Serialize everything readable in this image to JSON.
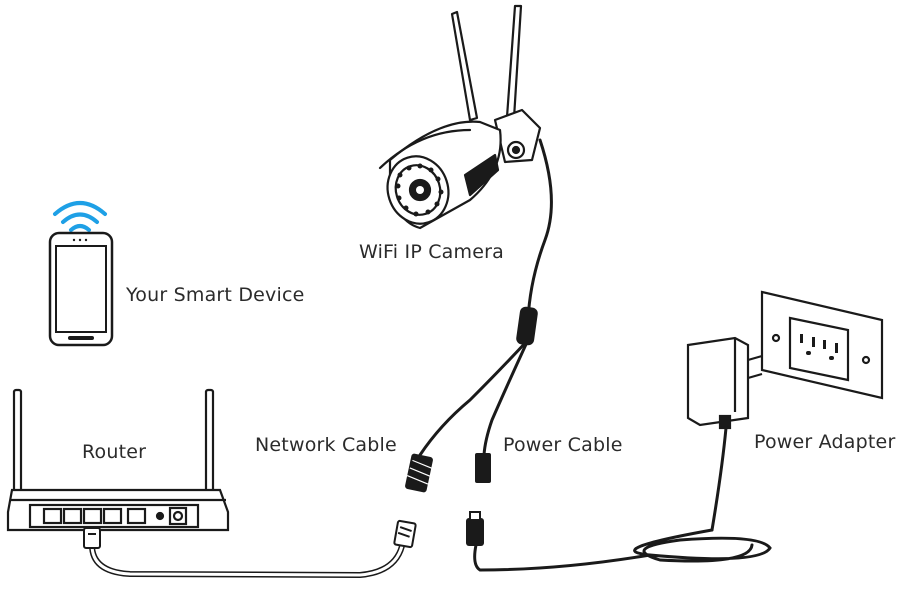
{
  "labels": {
    "camera": "WiFi IP Camera",
    "smart_device": "Your Smart Device",
    "router": "Router",
    "network_cable": "Network Cable",
    "power_cable": "Power Cable",
    "power_adapter": "Power Adapter"
  },
  "colors": {
    "stroke": "#1a1a1a",
    "wifi": "#1ea0e6",
    "cable_light": "#ffffff",
    "background": "#ffffff"
  },
  "icons": [
    "wifi-icon",
    "phone-icon",
    "router-icon",
    "camera-icon",
    "power-adapter-icon",
    "wall-outlet-icon"
  ]
}
